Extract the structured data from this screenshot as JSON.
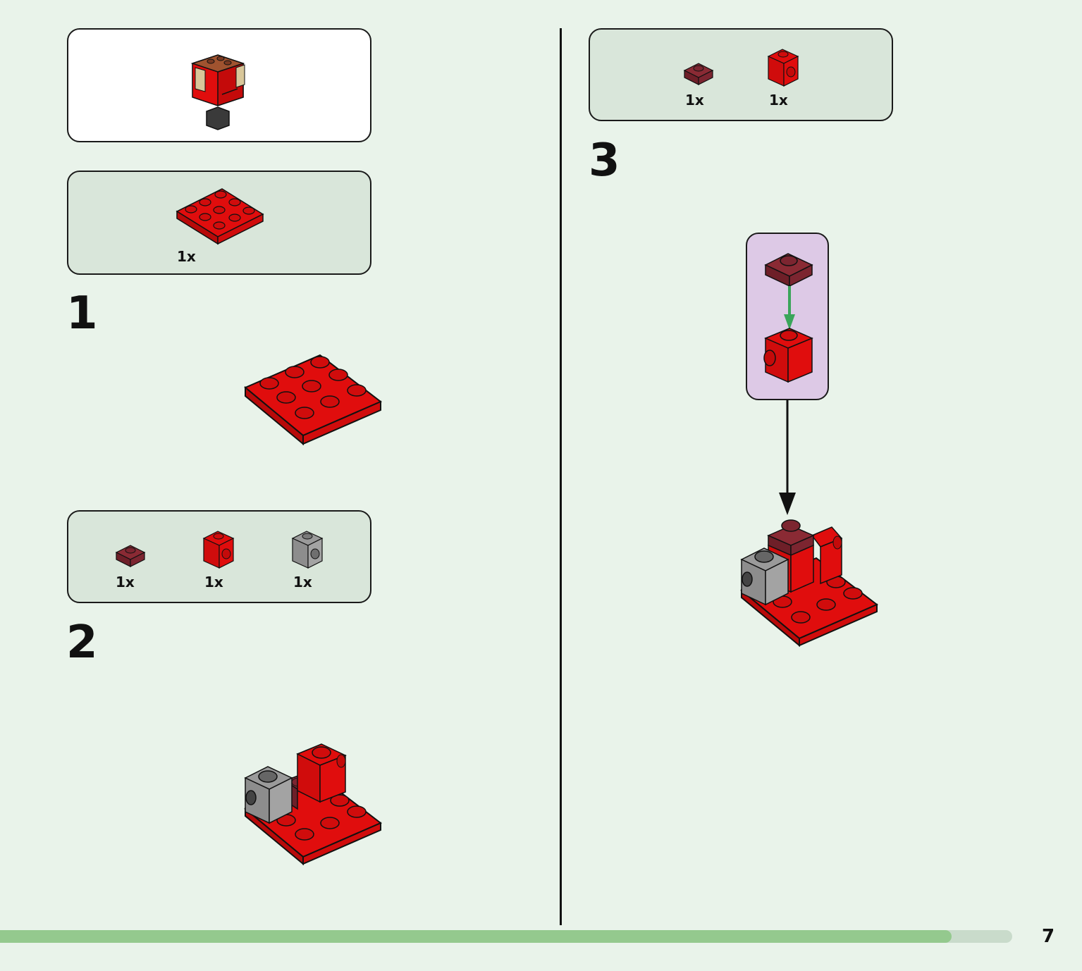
{
  "colors": {
    "background": "#e9f3ea",
    "parts_box": "#d9e6da",
    "callout": "#ddc9e6",
    "brick_red": "#e00d0d",
    "brick_dark_red": "#8a2a34",
    "brick_grey": "#8d8d8d",
    "progress": "#94c98e",
    "arrow_green": "#3aa55a"
  },
  "model_preview": {
    "icon": "figure-model-icon"
  },
  "step1": {
    "number": "1",
    "parts": [
      {
        "icon": "red-plate-3x3-icon",
        "qty": "1x"
      }
    ]
  },
  "step2": {
    "number": "2",
    "parts": [
      {
        "icon": "dark-red-plate-1x1-icon",
        "qty": "1x"
      },
      {
        "icon": "red-brick-1x1-side-stud-icon",
        "qty": "1x"
      },
      {
        "icon": "grey-brick-1x1-side-stud-icon",
        "qty": "1x"
      }
    ]
  },
  "step3": {
    "number": "3",
    "parts": [
      {
        "icon": "dark-red-plate-1x1-icon",
        "qty": "1x"
      },
      {
        "icon": "red-brick-1x1-side-stud-icon",
        "qty": "1x"
      }
    ]
  },
  "page": {
    "number": "7",
    "progress": 0.94
  }
}
